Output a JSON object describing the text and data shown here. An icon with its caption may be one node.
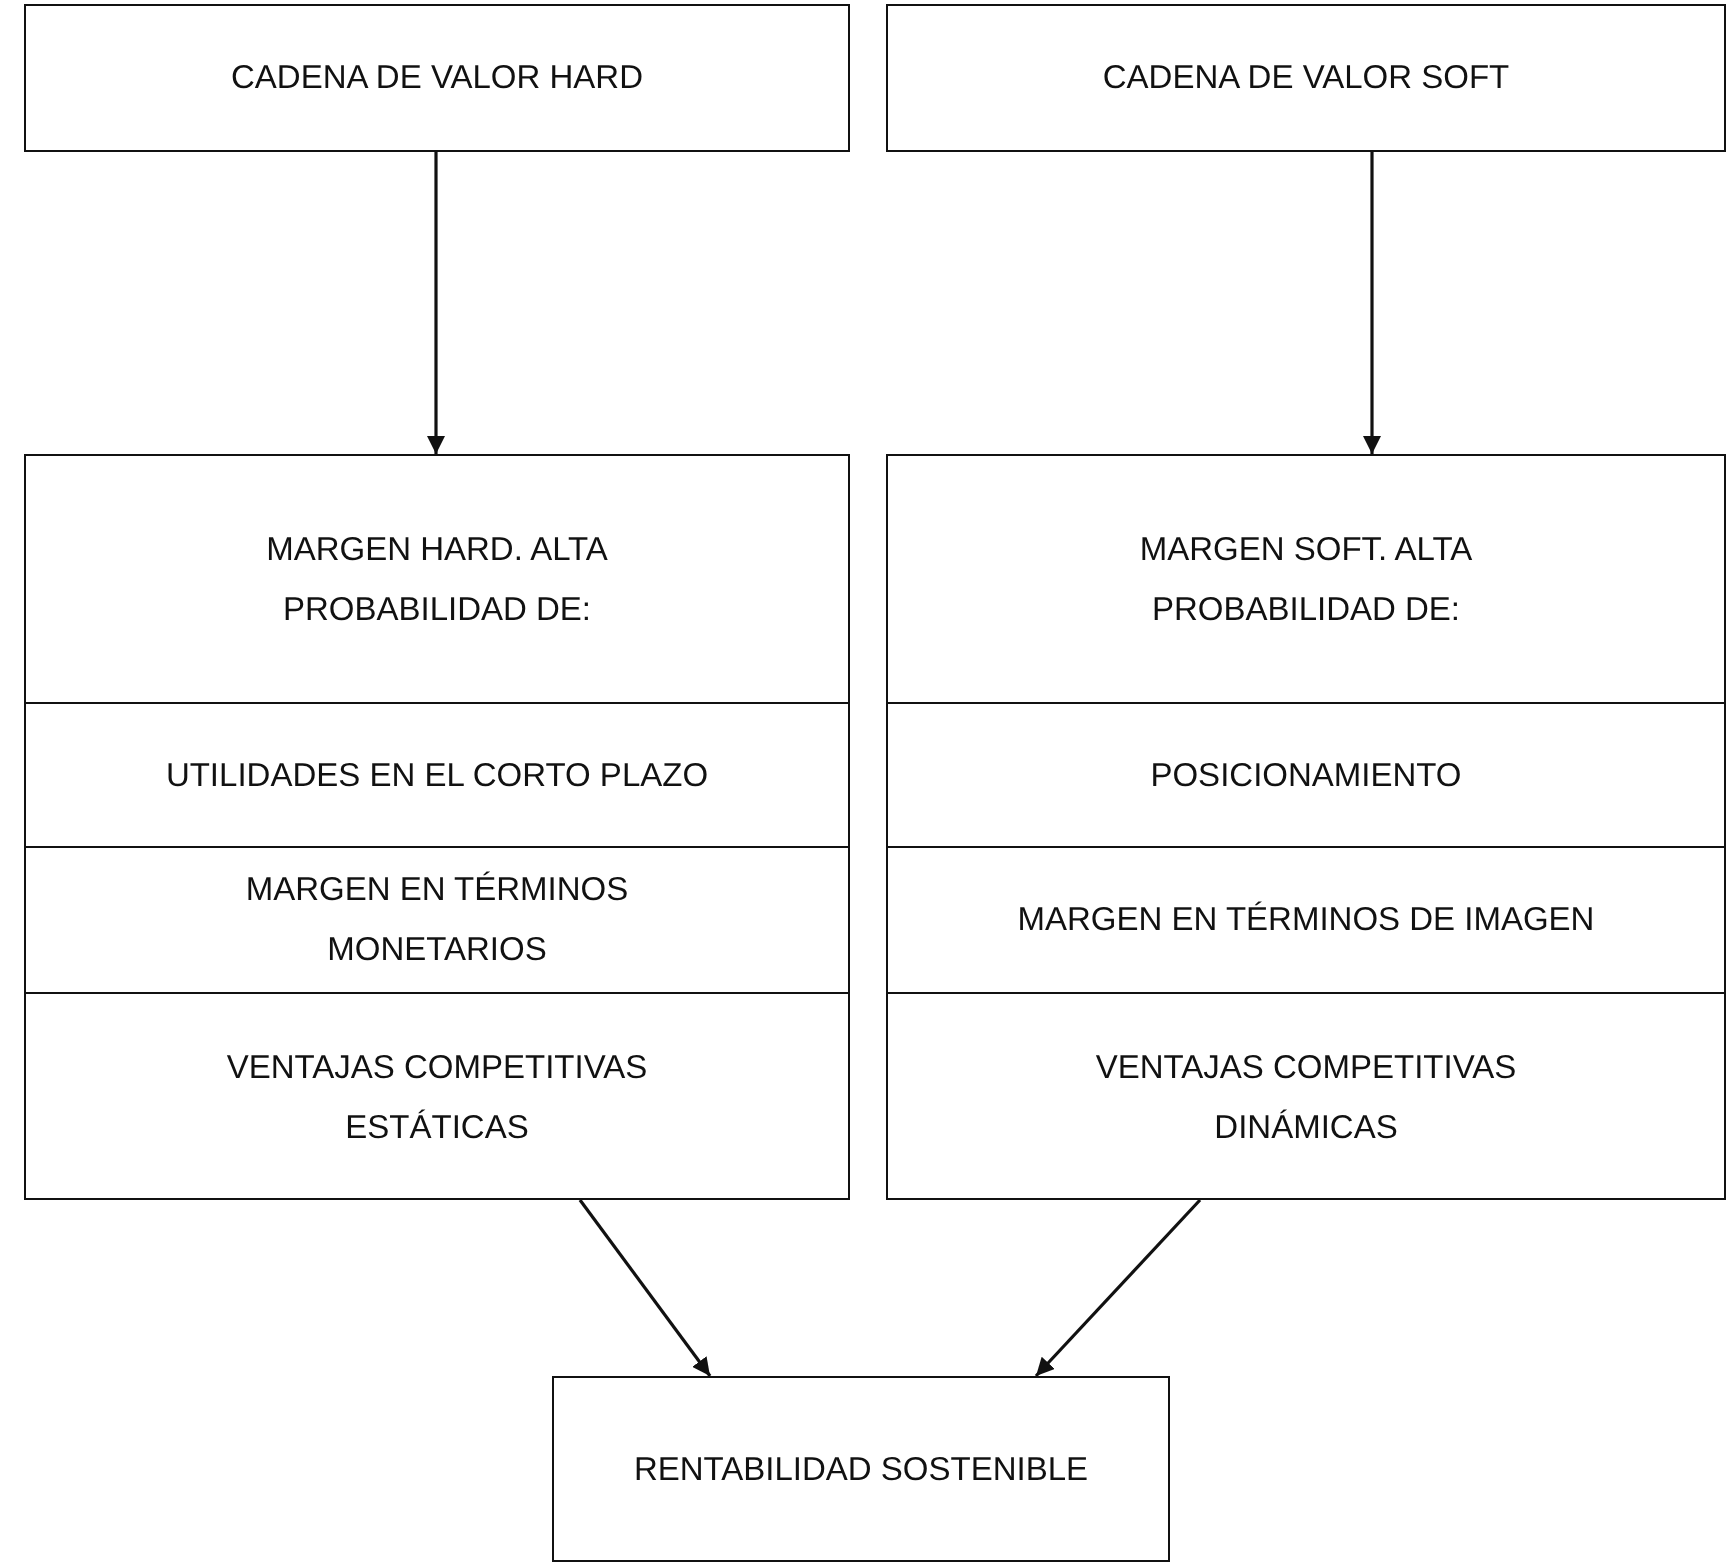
{
  "diagram": {
    "nodes": [
      {
        "text": [
          "CADENA DE VALOR HARD"
        ]
      },
      {
        "text": [
          "CADENA DE VALOR SOFT"
        ]
      },
      {
        "text": [
          "MARGEN HARD. ALTA PROBABILIDAD DE:"
        ]
      },
      {
        "text": [
          "UTILIDADES EN EL CORTO PLAZO"
        ],
        "in": 2
      },
      {
        "text": [
          "MARGEN EN TÉRMINOS MONETARIOS"
        ],
        "in": 2
      },
      {
        "text": [
          "VENTAJAS COMPETITIVAS ESTÁTICAS"
        ],
        "in": 2
      },
      {
        "text": [
          "MARGEN SOFT. ALTA PROBABILIDAD DE:"
        ]
      },
      {
        "text": [
          "POSICIONAMIENTO"
        ],
        "in": 6
      },
      {
        "text": [
          "MARGEN EN TÉRMINOS DE IMAGEN"
        ],
        "in": 6
      },
      {
        "text": [
          "VENTAJAS COMPETITIVAS DINÁMICAS"
        ],
        "in": 6
      },
      {
        "text": [
          "RENTABILIDAD SOSTENIBLE"
        ]
      }
    ],
    "edges": [
      {
        "from": 0,
        "to": 2,
        "arrow": "to"
      },
      {
        "from": 1,
        "to": 6,
        "arrow": "to"
      },
      {
        "from": 2,
        "to": 10,
        "arrow": "to"
      },
      {
        "from": 6,
        "to": 10,
        "arrow": "to"
      }
    ]
  }
}
